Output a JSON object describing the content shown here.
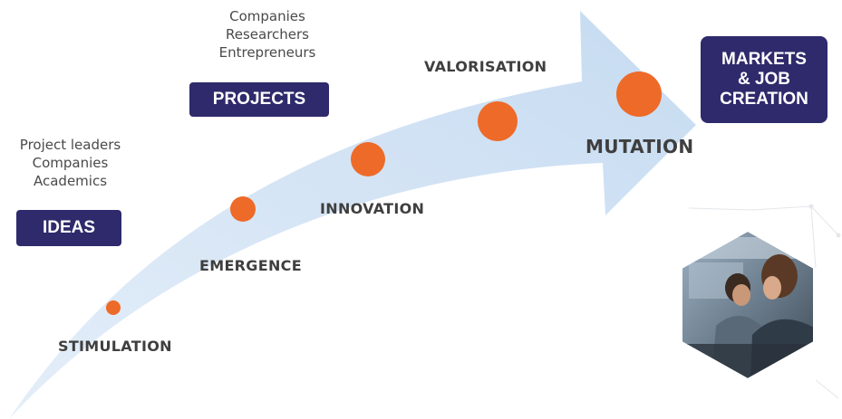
{
  "ideas": {
    "actors": [
      "Project leaders",
      "Companies",
      "Academics"
    ],
    "label": "IDEAS"
  },
  "projects": {
    "actors": [
      "Companies",
      "Researchers",
      "Entrepreneurs"
    ],
    "label": "PROJECTS"
  },
  "markets": {
    "lines": [
      "MARKETS",
      "& JOB",
      "CREATION"
    ]
  },
  "stages": {
    "stimulation": "STIMULATION",
    "emergence": "EMERGENCE",
    "innovation": "INNOVATION",
    "valorisation": "VALORISATION",
    "mutation": "MUTATION"
  },
  "colors": {
    "arrow": "#c9ddf2",
    "dot": "#ee6a28",
    "box": "#2e2a6b",
    "box_text": "#ffffff",
    "stage_text": "#3f3f3f",
    "actor_text": "#4a4a4a"
  },
  "photo": {
    "icon": "people-at-screen-photo-icon"
  }
}
